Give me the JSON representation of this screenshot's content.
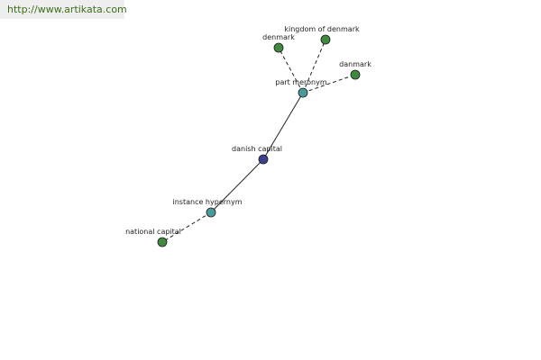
{
  "banner": {
    "url": "http://www.artikata.com"
  },
  "colors": {
    "central": "#3a3f8f",
    "relation": "#4a9a9a",
    "leaf": "#3f8a3f"
  },
  "graph": {
    "nodes": [
      {
        "id": "danish-capital",
        "label": "danish capital",
        "kind": "central"
      },
      {
        "id": "part-meronym",
        "label": "part meronym",
        "kind": "relation"
      },
      {
        "id": "instance-hypernym",
        "label": "instance hypernym",
        "kind": "relation"
      },
      {
        "id": "denmark",
        "label": "denmark",
        "kind": "leaf"
      },
      {
        "id": "kingdom-of-denmark",
        "label": "kingdom of denmark",
        "kind": "leaf"
      },
      {
        "id": "danmark",
        "label": "danmark",
        "kind": "leaf"
      },
      {
        "id": "national-capital",
        "label": "national capital",
        "kind": "leaf"
      }
    ],
    "edges": [
      {
        "from": "danish-capital",
        "to": "part-meronym",
        "style": "solid"
      },
      {
        "from": "danish-capital",
        "to": "instance-hypernym",
        "style": "solid"
      },
      {
        "from": "part-meronym",
        "to": "denmark",
        "style": "dashed"
      },
      {
        "from": "part-meronym",
        "to": "kingdom-of-denmark",
        "style": "dashed"
      },
      {
        "from": "part-meronym",
        "to": "danmark",
        "style": "dashed"
      },
      {
        "from": "instance-hypernym",
        "to": "national-capital",
        "style": "dashed"
      }
    ]
  }
}
